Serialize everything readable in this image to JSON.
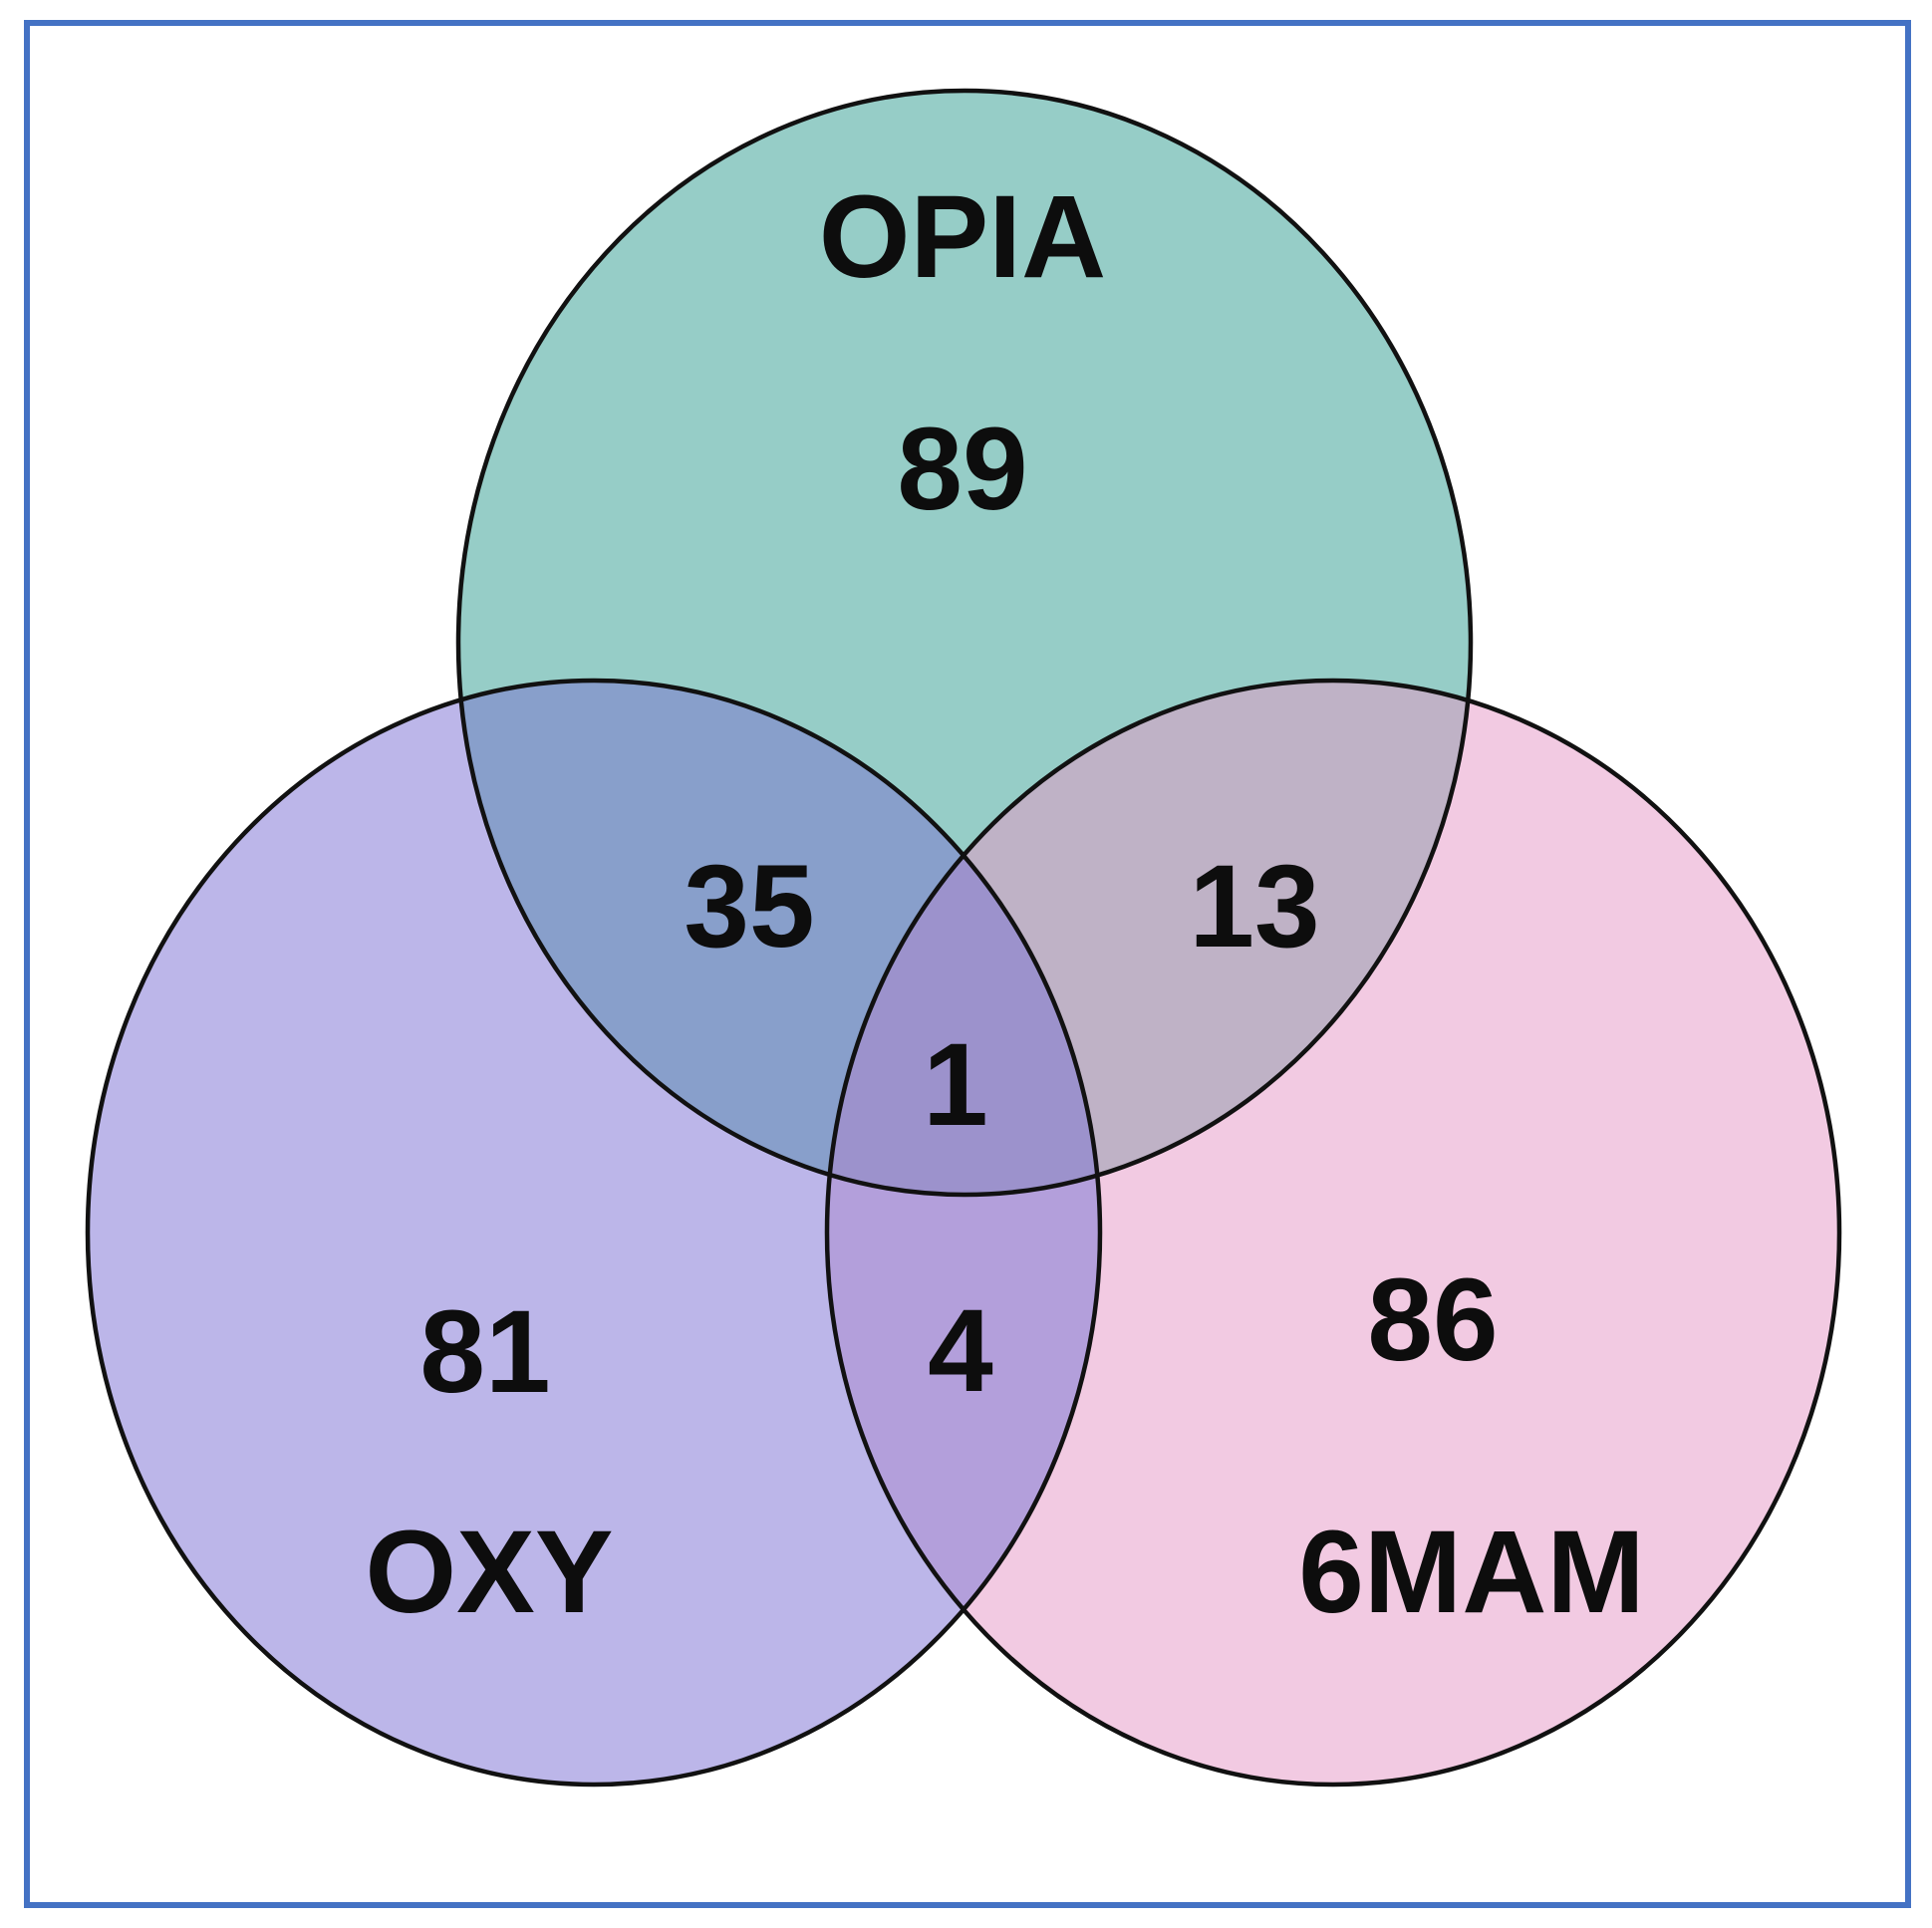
{
  "venn": {
    "sets": [
      {
        "key": "top",
        "label": "OPIA",
        "color": "#96cdc7",
        "count": "89"
      },
      {
        "key": "left",
        "label": "OXY",
        "color": "#bcb6e9",
        "count": "81"
      },
      {
        "key": "right",
        "label": "6MAM",
        "color": "#f2cae2",
        "count": "86"
      }
    ],
    "intersections": {
      "top_left": {
        "count": "35",
        "color": "#889fcb"
      },
      "top_right": {
        "count": "13",
        "color": "#bfb2c6"
      },
      "left_right": {
        "count": "4",
        "color": "#b39fdb"
      },
      "all": {
        "count": "1",
        "color": "#9c92cc"
      }
    },
    "frame_color": "#4472c4"
  }
}
